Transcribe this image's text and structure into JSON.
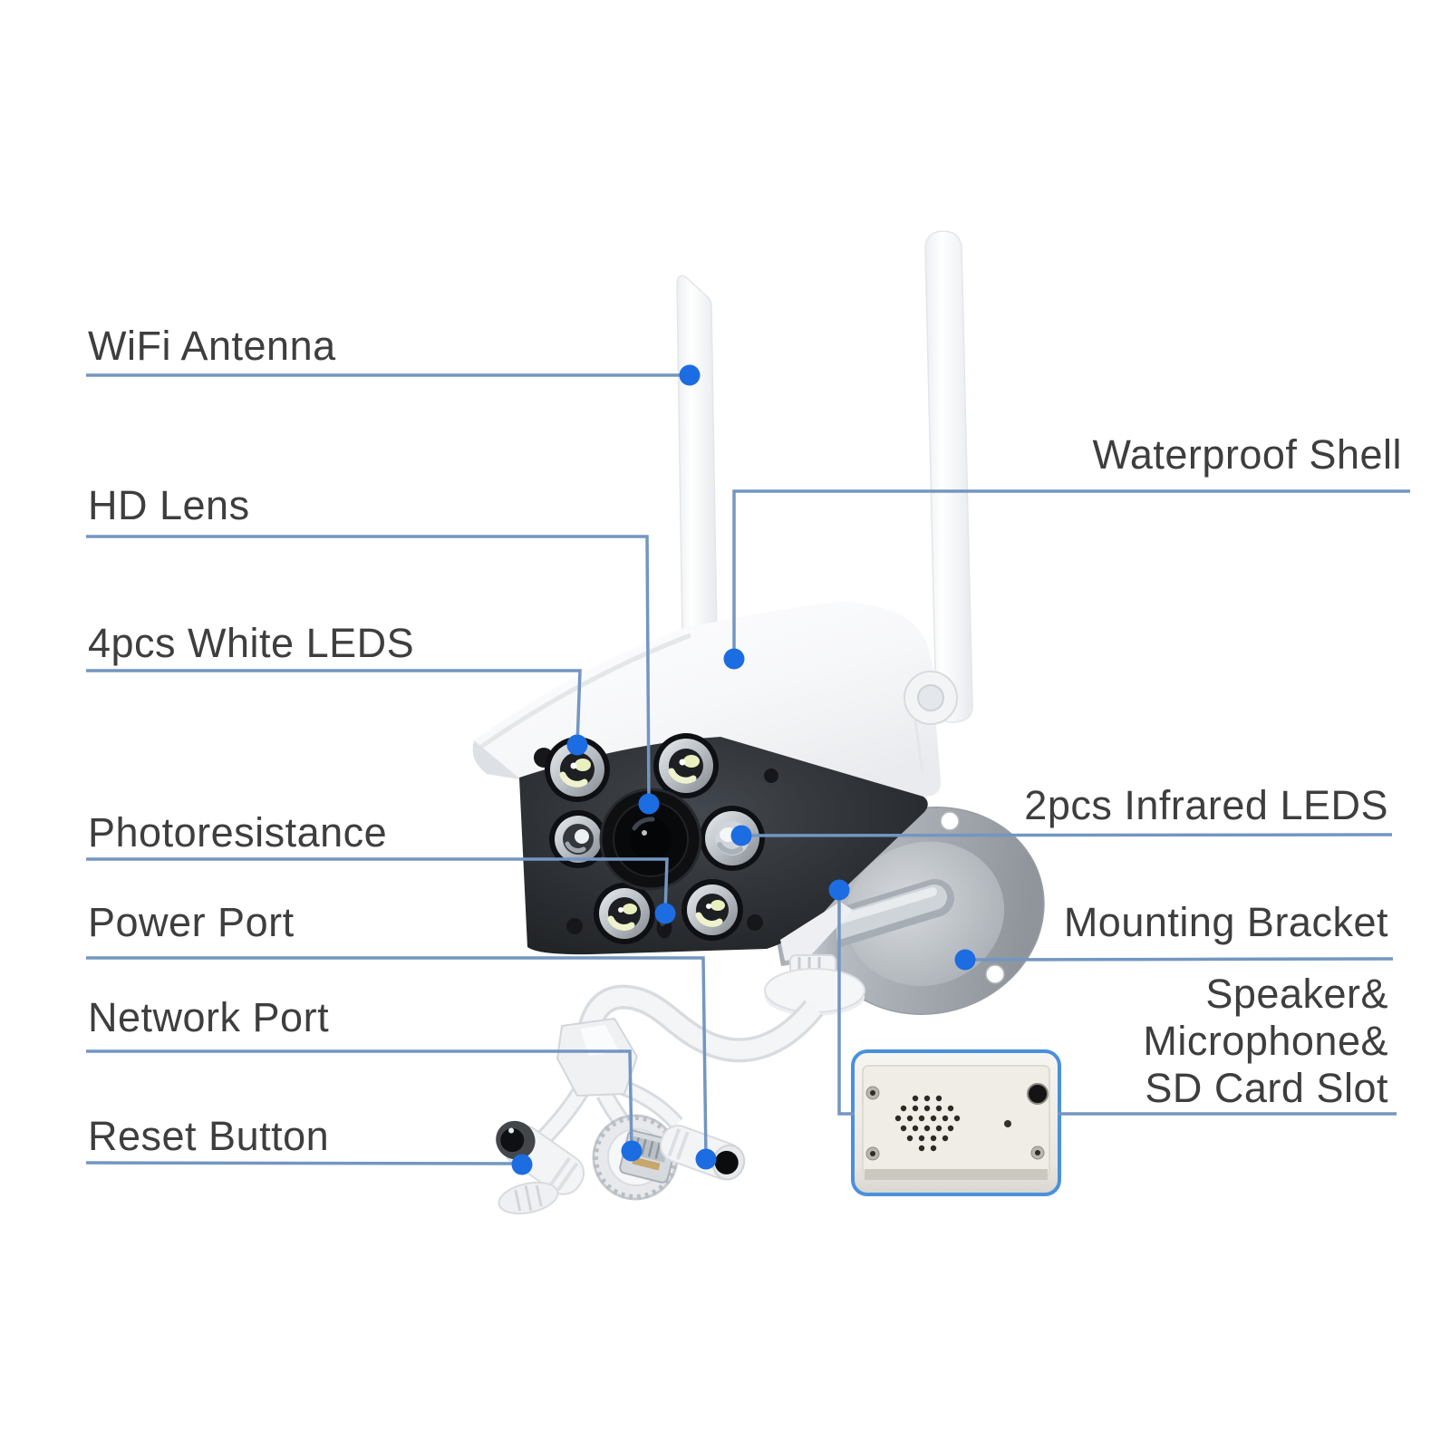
{
  "colors": {
    "leader_line": "#7396c2",
    "leader_dot": "#1c6ce2",
    "label_text": "#3e3e3e",
    "speaker_box_border": "#4a90dd"
  },
  "labels": {
    "wifi_antenna": "WiFi Antenna",
    "hd_lens": "HD Lens",
    "white_leds": "4pcs White LEDS",
    "photoresistance": "Photoresistance",
    "power_port": "Power Port",
    "network_port": "Network Port",
    "reset_button": "Reset Button",
    "waterproof_shell": "Waterproof Shell",
    "infrared_leds": "2pcs Infrared LEDS",
    "mounting_bracket": "Mounting Bracket",
    "speaker_group_line1": "Speaker&",
    "speaker_group_line2": "Microphone&",
    "speaker_group_line3": "SD Card Slot"
  }
}
